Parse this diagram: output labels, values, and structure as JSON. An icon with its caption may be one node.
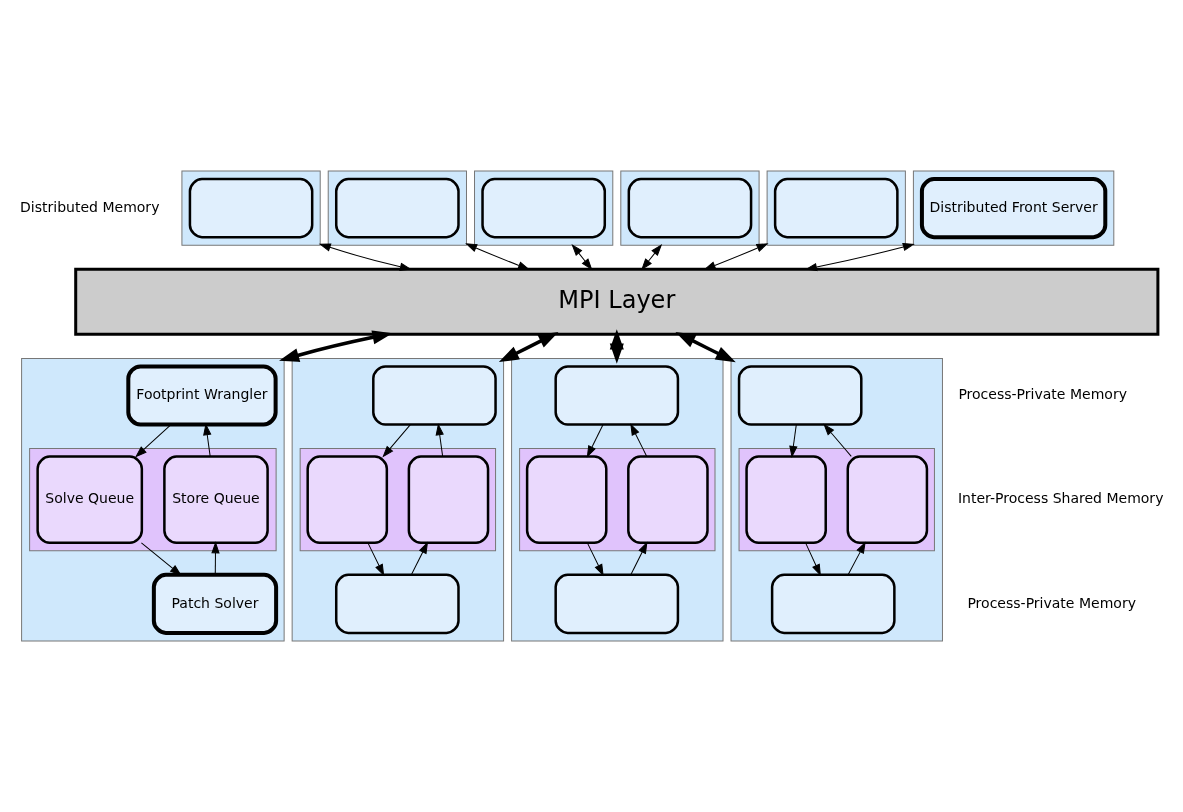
{
  "diagram": {
    "nodes": [
      {
        "text": [],
        "shape": "box"
      },
      {
        "text": [],
        "shape": "box",
        "in": 0
      },
      {
        "text": [],
        "shape": "box"
      },
      {
        "text": [],
        "shape": "box",
        "in": 2
      },
      {
        "text": [],
        "shape": "box"
      },
      {
        "text": [],
        "shape": "box",
        "in": 4
      },
      {
        "text": [],
        "shape": "box"
      },
      {
        "text": [],
        "shape": "box",
        "in": 6
      },
      {
        "text": [],
        "shape": "box"
      },
      {
        "text": [],
        "shape": "box",
        "in": 8
      },
      {
        "text": [],
        "shape": "box"
      },
      {
        "text": [
          "Distributed Front Server"
        ],
        "in": 10
      },
      {
        "text": [
          "MPI Layer"
        ]
      },
      {
        "text": [],
        "shape": "box"
      },
      {
        "text": [
          "Footprint Wrangler"
        ],
        "in": 13
      },
      {
        "text": [],
        "shape": "box",
        "in": 13
      },
      {
        "text": [
          "Solve Queue"
        ],
        "in": 15
      },
      {
        "text": [
          "Store Queue"
        ],
        "in": 15
      },
      {
        "text": [
          "Patch Solver"
        ],
        "in": 13
      },
      {
        "text": [],
        "shape": "box"
      },
      {
        "text": [],
        "shape": "box",
        "in": 19
      },
      {
        "text": [],
        "shape": "box",
        "in": 19
      },
      {
        "text": [],
        "shape": "box",
        "in": 21
      },
      {
        "text": [],
        "shape": "box",
        "in": 21
      },
      {
        "text": [],
        "shape": "box",
        "in": 19
      },
      {
        "text": [],
        "shape": "box"
      },
      {
        "text": [],
        "shape": "box",
        "in": 25
      },
      {
        "text": [],
        "shape": "box",
        "in": 25
      },
      {
        "text": [],
        "shape": "box",
        "in": 27
      },
      {
        "text": [],
        "shape": "box",
        "in": 27
      },
      {
        "text": [],
        "shape": "box",
        "in": 25
      },
      {
        "text": [],
        "shape": "box"
      },
      {
        "text": [],
        "shape": "box",
        "in": 31
      },
      {
        "text": [],
        "shape": "box",
        "in": 31
      },
      {
        "text": [],
        "shape": "box",
        "in": 33
      },
      {
        "text": [],
        "shape": "box",
        "in": 33
      },
      {
        "text": [],
        "shape": "box",
        "in": 31
      }
    ],
    "edges": [
      {
        "from": 0,
        "to": 12,
        "arrow": "both"
      },
      {
        "from": 2,
        "to": 12,
        "arrow": "both"
      },
      {
        "from": 4,
        "to": 12,
        "arrow": "both"
      },
      {
        "from": 6,
        "to": 12,
        "arrow": "both"
      },
      {
        "from": 8,
        "to": 12,
        "arrow": "both"
      },
      {
        "from": 10,
        "to": 12,
        "arrow": "both"
      },
      {
        "from": 12,
        "to": 13,
        "arrow": "both",
        "style": "thick"
      },
      {
        "from": 12,
        "to": 19,
        "arrow": "both",
        "style": "thick"
      },
      {
        "from": 12,
        "to": 25,
        "arrow": "both",
        "style": "thick"
      },
      {
        "from": 12,
        "to": 31,
        "arrow": "both",
        "style": "thick"
      },
      {
        "from": 14,
        "to": 16,
        "arrow": "to"
      },
      {
        "from": 17,
        "to": 14,
        "arrow": "to"
      },
      {
        "from": 16,
        "to": 18,
        "arrow": "to"
      },
      {
        "from": 18,
        "to": 17,
        "arrow": "to"
      },
      {
        "from": 20,
        "to": 22,
        "arrow": "to"
      },
      {
        "from": 23,
        "to": 20,
        "arrow": "to"
      },
      {
        "from": 22,
        "to": 24,
        "arrow": "to"
      },
      {
        "from": 24,
        "to": 23,
        "arrow": "to"
      },
      {
        "from": 26,
        "to": 28,
        "arrow": "to"
      },
      {
        "from": 29,
        "to": 26,
        "arrow": "to"
      },
      {
        "from": 28,
        "to": 30,
        "arrow": "to"
      },
      {
        "from": 30,
        "to": 29,
        "arrow": "to"
      },
      {
        "from": 32,
        "to": 34,
        "arrow": "to"
      },
      {
        "from": 35,
        "to": 32,
        "arrow": "to"
      },
      {
        "from": 34,
        "to": 36,
        "arrow": "to"
      },
      {
        "from": 36,
        "to": 35,
        "arrow": "to"
      }
    ],
    "labels": [
      "Distributed Memory",
      "Process-Private Memory",
      "Inter-Process Shared Memory",
      "Process-Private Memory"
    ]
  }
}
